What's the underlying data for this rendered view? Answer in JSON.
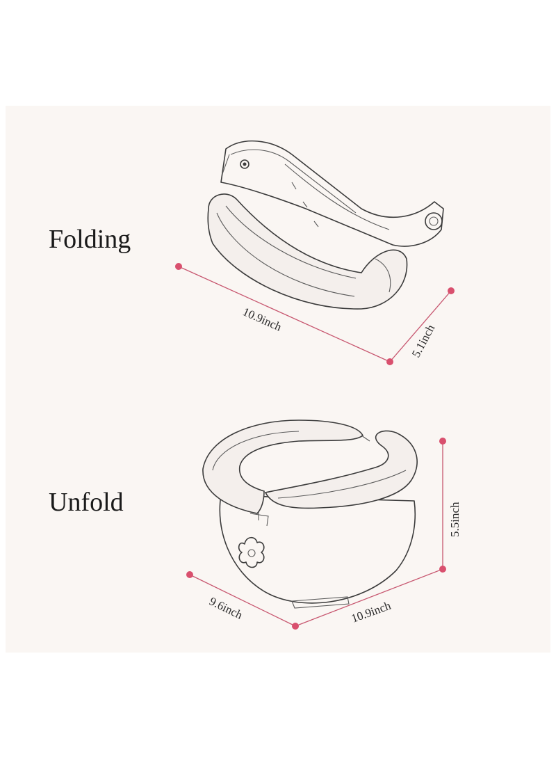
{
  "colors": {
    "background": "#ffffff",
    "panel": "#faf6f3",
    "dimension_accent": "#d9506e",
    "sketch_stroke": "#3b3b3b"
  },
  "views": [
    {
      "label": "Folding",
      "dimensions": [
        "10.9inch",
        "5.1inch"
      ]
    },
    {
      "label": "Unfold",
      "dimensions": [
        "5.5inch",
        "9.6inch",
        "10.9inch"
      ]
    }
  ]
}
